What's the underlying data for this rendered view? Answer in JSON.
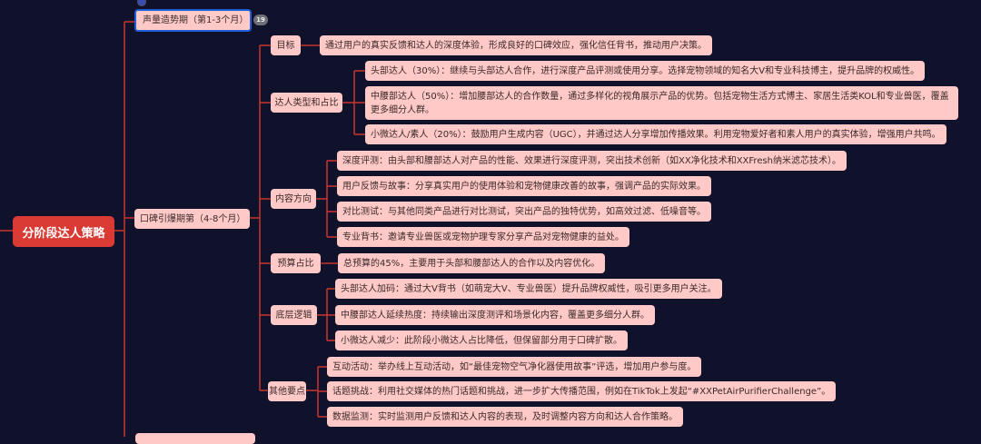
{
  "root": {
    "label": "分阶段达人策略",
    "color": "#d93a33"
  },
  "phase1": {
    "label": "声量造势期（第1-3个月）",
    "badge": "19"
  },
  "phase2": {
    "label": "口碑引爆期第（4-8个月）",
    "goal": {
      "label": "目标",
      "text": "通过用户的真实反馈和达人的深度体验，形成良好的口碑效应，强化信任背书，推动用户决策。"
    },
    "kol_types": {
      "label": "达人类型和占比",
      "items": [
        "头部达人（30%）：继续与头部达人合作，进行深度产品评测或使用分享。选择宠物领域的知名大V和专业科技博主，提升品牌的权威性。",
        "中腰部达人（50%）：增加腰部达人的合作数量，通过多样化的视角展示产品的优势。包括宠物生活方式博主、家居生活类KOL和专业兽医，覆盖更多细分人群。",
        "小微达人/素人（20%）：鼓励用户生成内容（UGC），并通过达人分享增加传播效果。利用宠物爱好者和素人用户的真实体验，增强用户共鸣。"
      ]
    },
    "content": {
      "label": "内容方向",
      "items": [
        "深度评测：由头部和腰部达人对产品的性能、效果进行深度评测，突出技术创新（如XX净化技术和XXFresh纳米滤芯技术）。",
        "用户反馈与故事：分享真实用户的使用体验和宠物健康改善的故事，强调产品的实际效果。",
        "对比测试：与其他同类产品进行对比测试，突出产品的独特优势，如高效过滤、低噪音等。",
        "专业背书：邀请专业兽医或宠物护理专家分享产品对宠物健康的益处。"
      ]
    },
    "budget": {
      "label": "预算占比",
      "text": "总预算的45%，主要用于头部和腰部达人的合作以及内容优化。"
    },
    "logic": {
      "label": "底层逻辑",
      "items": [
        "头部达人加码：通过大V背书（如萌宠大V、专业兽医）提升品牌权威性，吸引更多用户关注。",
        "中腰部达人延续热度：持续输出深度测评和场景化内容，覆盖更多细分人群。",
        "小微达人减少：此阶段小微达人占比降低，但保留部分用于口碑扩散。"
      ]
    },
    "others": {
      "label": "其他要点",
      "items": [
        "互动活动：举办线上互动活动，如“最佳宠物空气净化器使用故事”评选，增加用户参与度。",
        "话题挑战：利用社交媒体的热门话题和挑战，进一步扩大传播范围，例如在TikTok上发起“#XXPetAirPurifierChallenge”。",
        "数据监测：实时监测用户反馈和达人内容的表现，及时调整内容方向和达人合作策略。"
      ]
    }
  },
  "colors": {
    "background": "#10112a",
    "node": "#ffc9c7",
    "line": "#c0332e",
    "selected_border": "#1f5fd8"
  }
}
